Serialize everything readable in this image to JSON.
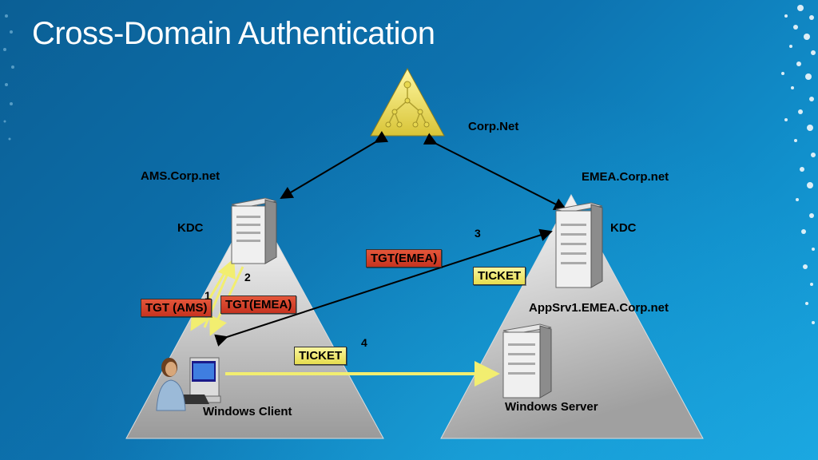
{
  "title": "Cross-Domain Authentication",
  "nodes": {
    "root_domain": "Corp.Net",
    "left_domain": "AMS.Corp.net",
    "right_domain": "EMEA.Corp.net",
    "left_kdc": "KDC",
    "right_kdc": "KDC",
    "app_server_fqdn": "AppSrv1.EMEA.Corp.net",
    "client": "Windows Client",
    "server": "Windows Server"
  },
  "tickets": {
    "tgt_ams": "TGT (AMS)",
    "tgt_emea_left": "TGT(EMEA)",
    "tgt_emea_mid": "TGT(EMEA)",
    "ticket_right": "TICKET",
    "ticket_mid": "TICKET"
  },
  "steps": {
    "s1": "1",
    "s2": "2",
    "s3": "3",
    "s4": "4"
  },
  "colors": {
    "background": "#0d73b0",
    "red_tag": "#d9442b",
    "yellow_tag": "#f0e86a",
    "yellow_arrow": "#f2ee70"
  }
}
